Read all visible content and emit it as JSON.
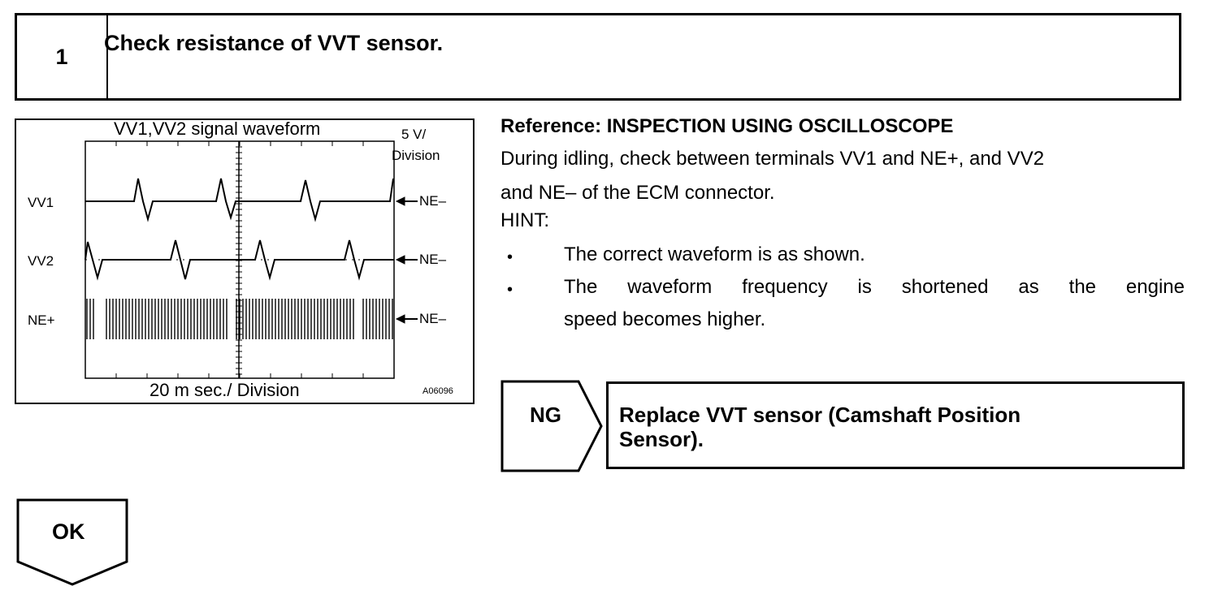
{
  "step": {
    "number": "1",
    "title": "Check resistance of VVT sensor."
  },
  "figure": {
    "title": "VV1,VV2 signal waveform",
    "scale_line1": "5 V/",
    "scale_line2": "Division",
    "time_scale": "20 m sec./ Division",
    "code": "A06096",
    "channels": [
      {
        "label": "VV1",
        "ref": "NE–"
      },
      {
        "label": "VV2",
        "ref": "NE–"
      },
      {
        "label": "NE+",
        "ref": "NE–"
      }
    ]
  },
  "reference": {
    "title": "Reference: INSPECTION USING OSCILLOSCOPE",
    "line1": "During idling, check between terminals VV1 and NE+, and VV2",
    "line2": "and NE– of the ECM connector.",
    "hint": "HINT:",
    "bullets": [
      "The correct waveform is as shown.",
      "The waveform frequency is shortened as the engine",
      "speed becomes higher."
    ]
  },
  "ng": {
    "label": "NG",
    "result_line1": "Replace VVT sensor (Camshaft Position",
    "result_line2": "Sensor)."
  },
  "ok": {
    "label": "OK"
  }
}
